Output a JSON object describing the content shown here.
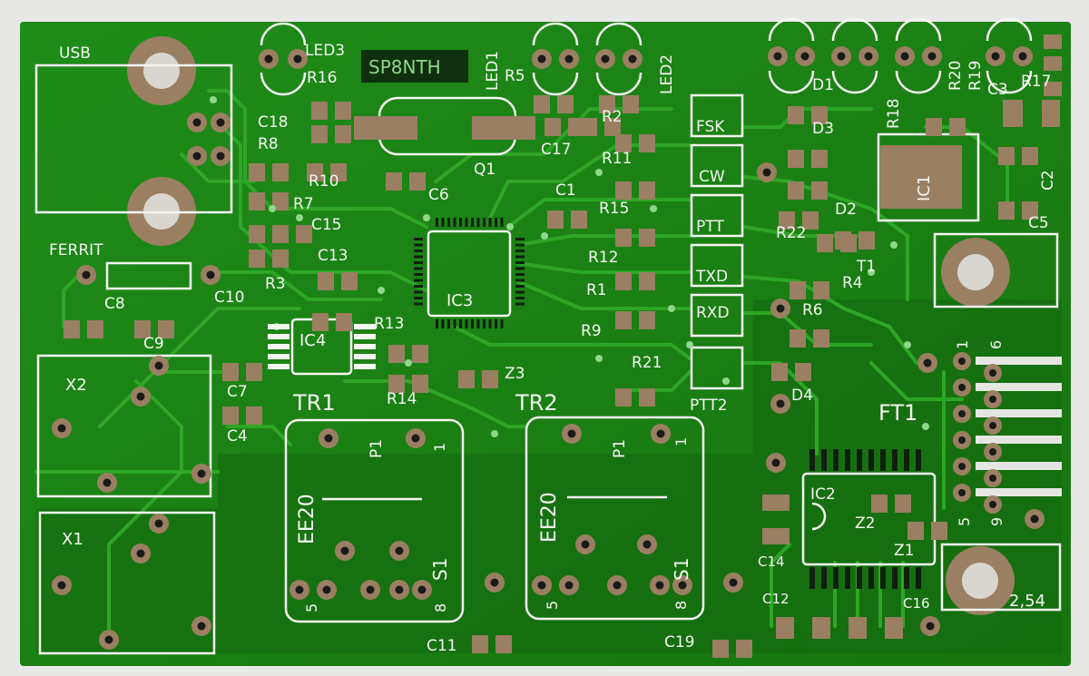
{
  "colors": {
    "background": "#e8e8e6",
    "board": "#1e8a18",
    "board_dark": "#14660f",
    "trace": "#2aa322",
    "silkscreen": "#f4f6f1",
    "copper_pad": "#9a7f62",
    "hole": "#1a1a1a"
  },
  "board": {
    "marking": "SP8NTH",
    "pitch_label": "2,54"
  },
  "labels": {
    "usb": "USB",
    "ferrit": "FERRIT",
    "x1": "X1",
    "x2": "X2",
    "tr1": "TR1",
    "tr2": "TR2",
    "ee20_a": "EE20",
    "ee20_b": "EE20",
    "s1_a": "S1",
    "s1_b": "S1",
    "ft1": "FT1",
    "ic1": "IC1",
    "ic2": "IC2",
    "ic3": "IC3",
    "ic4": "IC4",
    "q1": "Q1",
    "led1": "LED1",
    "led2": "LED2",
    "led3": "LED3",
    "d1": "D1",
    "d2": "D2",
    "d3": "D3",
    "d4": "D4",
    "t1": "T1",
    "z1": "Z1",
    "z2": "Z2",
    "z3": "Z3",
    "ptt2": "PTT2",
    "pin1": "1",
    "pin5": "5",
    "pin6": "6",
    "pin9": "9",
    "pin5b": "5",
    "pin8": "8",
    "pin5c": "5",
    "pin8b": "8",
    "pin1b": "1",
    "pin1c": "1",
    "p1": "P1",
    "p1b": "P1"
  },
  "signal_boxes": [
    "FSK",
    "CW",
    "PTT",
    "TXD",
    "RXD"
  ],
  "resistors": [
    "R1",
    "R2",
    "R3",
    "R4",
    "R5",
    "R6",
    "R7",
    "R8",
    "R9",
    "R10",
    "R11",
    "R12",
    "R13",
    "R14",
    "R15",
    "R16",
    "R17",
    "R18",
    "R19",
    "R20",
    "R21",
    "R22"
  ],
  "capacitors": [
    "C1",
    "C2",
    "C3",
    "C4",
    "C5",
    "C6",
    "C7",
    "C8",
    "C9",
    "C10",
    "C11",
    "C12",
    "C13",
    "C14",
    "C15",
    "C16",
    "C17",
    "C18",
    "C19"
  ]
}
